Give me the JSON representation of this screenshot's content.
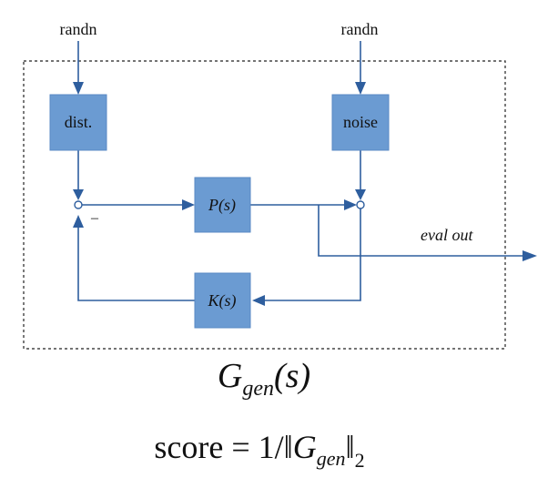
{
  "inputs": {
    "left_source": "randn",
    "right_source": "randn"
  },
  "blocks": {
    "disturbance": "dist.",
    "noise": "noise",
    "plant": "P(s)",
    "controller": "K(s)"
  },
  "feedback_sign": "–",
  "output_label": "eval out",
  "system_label": {
    "base": "G",
    "subscript": "gen",
    "suffix": "(s)"
  },
  "score_formula": {
    "prefix": "score = 1/‖",
    "symbol": "G",
    "subscript": "gen",
    "suffix": "‖",
    "norm_subscript": "2"
  }
}
